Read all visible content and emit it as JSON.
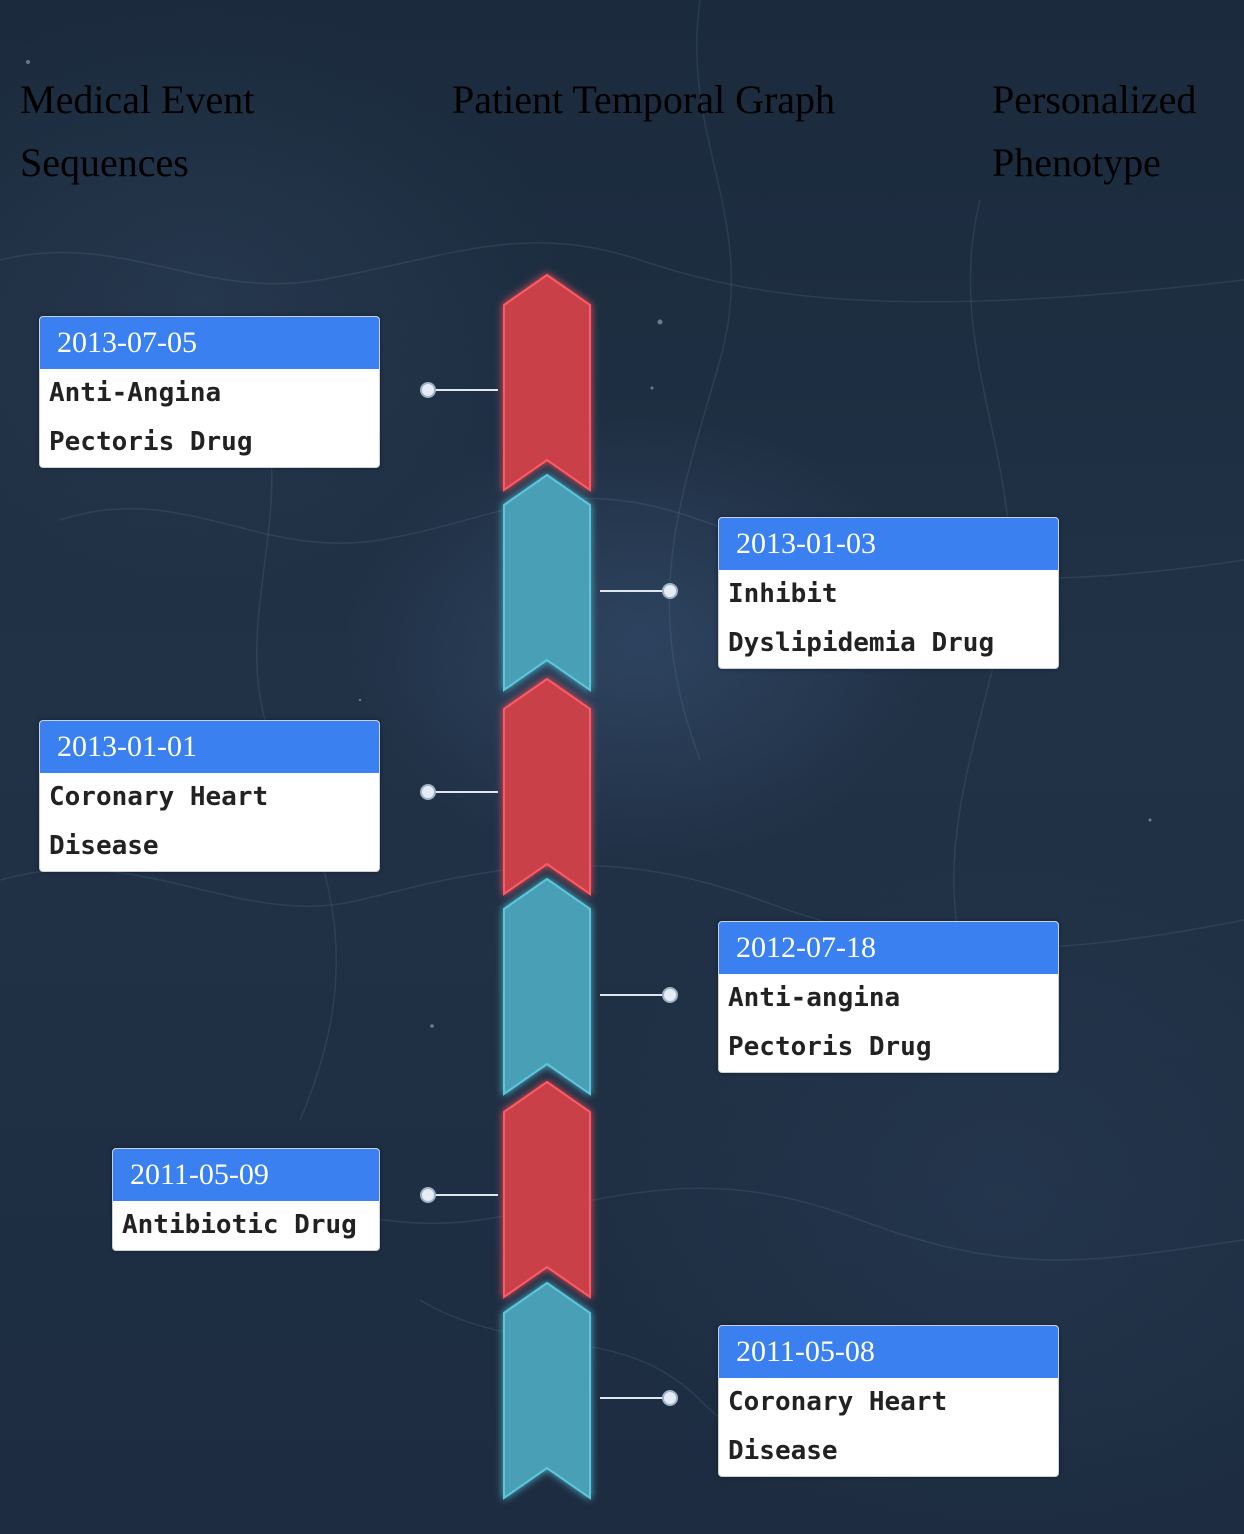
{
  "header": {
    "tabs": [
      {
        "label": "Medical Event Sequences",
        "active": true
      },
      {
        "label": "Patient Temporal Graph",
        "active": false
      },
      {
        "label": "Personalized Phenotype",
        "active": false
      }
    ]
  },
  "colors": {
    "segment_a": "#c9414a",
    "segment_b": "#48a0b6",
    "card_header": "#3a80f0",
    "background": "#1f3045"
  },
  "events": [
    {
      "date": "2013-07-05",
      "label": "Anti-Angina\nPectoris Drug",
      "side": "left",
      "segment": "red"
    },
    {
      "date": "2013-01-03",
      "label": "Inhibit\nDyslipidemia Drug",
      "side": "right",
      "segment": "teal"
    },
    {
      "date": "2013-01-01",
      "label": "Coronary Heart\nDisease",
      "side": "left",
      "segment": "red"
    },
    {
      "date": "2012-07-18",
      "label": "Anti-angina\nPectoris Drug",
      "side": "right",
      "segment": "teal"
    },
    {
      "date": "2011-05-09",
      "label": "Antibiotic Drug",
      "side": "left",
      "segment": "red"
    },
    {
      "date": "2011-05-08",
      "label": "Coronary Heart\nDisease",
      "side": "right",
      "segment": "teal"
    }
  ]
}
